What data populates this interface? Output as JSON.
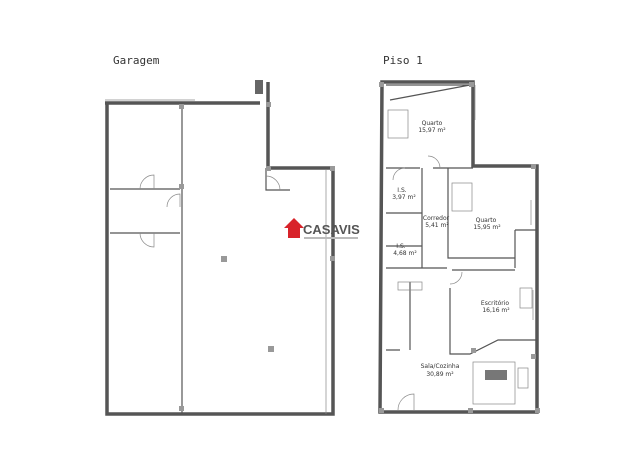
{
  "garage": {
    "title": "Garagem"
  },
  "floor1": {
    "title": "Piso 1",
    "rooms": [
      {
        "name": "Quarto",
        "area": "15,97 m²"
      },
      {
        "name": "I.S.",
        "area": "3,97 m²"
      },
      {
        "name": "Corredor",
        "area": "5,41 m²"
      },
      {
        "name": "Quarto",
        "area": "15,95 m²"
      },
      {
        "name": "I.S.",
        "area": "4,68 m²"
      },
      {
        "name": "Escritório",
        "area": "16,16 m²"
      },
      {
        "name": "Sala/Cozinha",
        "area": "30,89 m²"
      }
    ]
  },
  "logo": {
    "text": "CASAVIS",
    "color": "#d8232a"
  }
}
